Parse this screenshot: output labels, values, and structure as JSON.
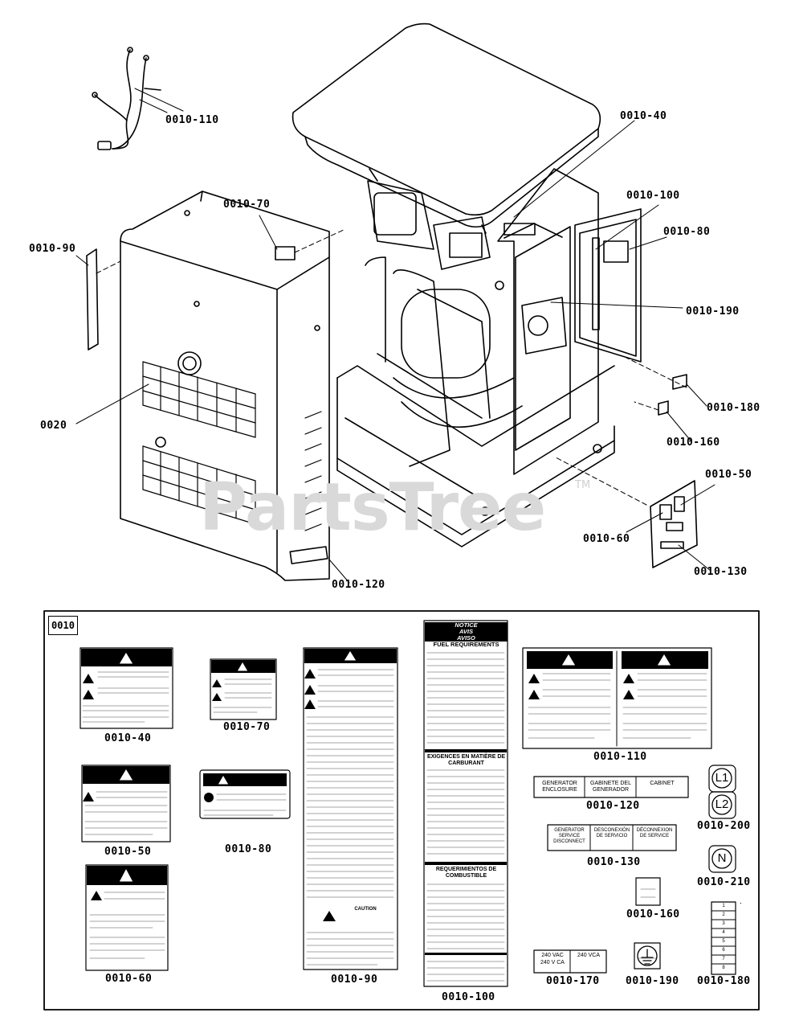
{
  "watermark": {
    "text": "PartsTree",
    "trademark": "TM"
  },
  "callouts": {
    "c_0010_110": "0010-110",
    "c_0010_40": "0010-40",
    "c_0010_70": "0010-70",
    "c_0010_90": "0010-90",
    "c_0010_100": "0010-100",
    "c_0010_80": "0010-80",
    "c_0010_190": "0010-190",
    "c_0020": "0020",
    "c_0010_180": "0010-180",
    "c_0010_160": "0010-160",
    "c_0010_50": "0010-50",
    "c_0010_60": "0010-60",
    "c_0010_130": "0010-130",
    "c_0010_120": "0010-120"
  },
  "decal_box": {
    "tag": "0010",
    "captions": {
      "d_40": "0010-40",
      "d_70": "0010-70",
      "d_90": "0010-90",
      "d_100": "0010-100",
      "d_110": "0010-110",
      "d_50": "0010-50",
      "d_80": "0010-80",
      "d_60": "0010-60",
      "d_120": "0010-120",
      "d_130": "0010-130",
      "d_160": "0010-160",
      "d_170": "0010-170",
      "d_190": "0010-190",
      "d_180": "0010-180",
      "d_200": "0010-200",
      "d_210": "0010-210"
    },
    "notice": {
      "l1": "NOTICE",
      "l2": "AVIS",
      "l3": "AVISO"
    },
    "fuel_title": "FUEL REQUIREMENTS",
    "fuel_fr": "EXIGENCES EN MATIÈRE DE CARBURANT",
    "fuel_es": "REQUERIMIENTOS DE COMBUSTIBLE",
    "caution": "CAUTION",
    "l120": {
      "a": "GENERATOR ENCLOSURE",
      "b": "GABINETE DEL GENERADOR",
      "c": "CABINET"
    },
    "l130": {
      "a": "GENERATOR SERVICE DISCONNECT",
      "b": "DESCONEXIÓN DE SERVICIO",
      "c": "DÉCONNEXION DE SERVICE"
    },
    "l170": {
      "a": "240 VAC",
      "b": "240 V CA",
      "c": "240 VCA"
    },
    "sym_l1": "L1",
    "sym_l2": "L2",
    "sym_n": "N",
    "num_list": [
      "1",
      "2",
      "3",
      "4",
      "5",
      "6",
      "7",
      "8"
    ]
  }
}
